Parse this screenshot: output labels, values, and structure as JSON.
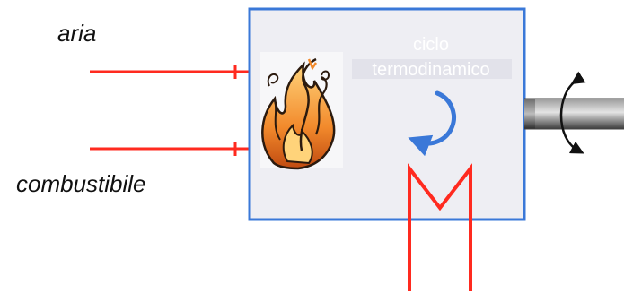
{
  "labels": {
    "air": "aria",
    "fuel": "combustibile",
    "cycle_line1": "ciclo",
    "cycle_line2": "termodinamico"
  },
  "icons": {
    "flame": "flame-icon",
    "cycle": "circular-arrow-icon",
    "shaft": "rotating-shaft-icon",
    "heat_output": "heat-exchanger-icon"
  },
  "colors": {
    "box_fill": "#eeeef3",
    "box_border": "#3a78d8",
    "flow_lines": "#ff2a1f",
    "cycle_arrow": "#3a78d8",
    "shaft": "#555555",
    "rotation_arrow": "#111111"
  }
}
